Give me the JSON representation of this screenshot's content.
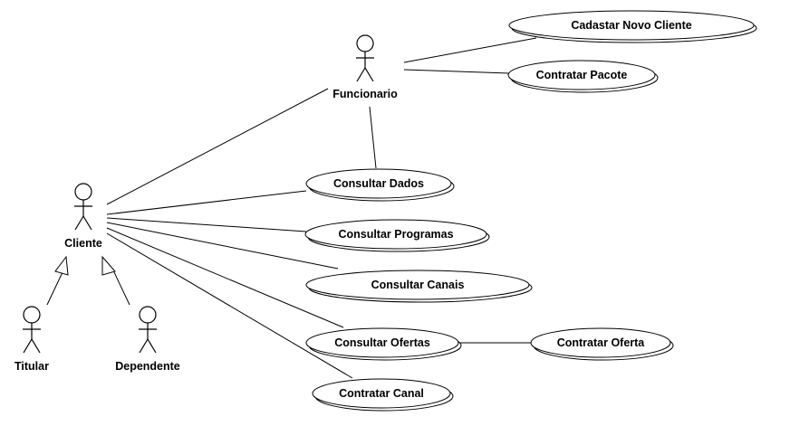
{
  "actors": {
    "funcionario": "Funcionario",
    "cliente": "Cliente",
    "titular": "Titular",
    "dependente": "Dependente"
  },
  "use_cases": {
    "cadastrar_novo_cliente": "Cadastar Novo Cliente",
    "contratar_pacote": "Contratar Pacote",
    "consultar_dados": "Consultar Dados",
    "consultar_programas": "Consultar Programas",
    "consultar_canais": "Consultar Canais",
    "consultar_ofertas": "Consultar Ofertas",
    "contratar_oferta": "Contratar Oferta",
    "contratar_canal": "Contratar Canal"
  }
}
